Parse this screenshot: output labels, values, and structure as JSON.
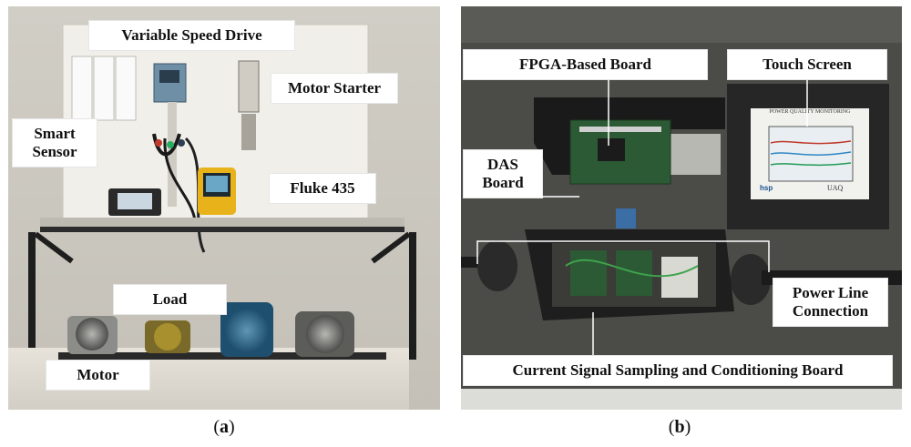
{
  "panel_a": {
    "labels": {
      "variable_speed_drive": "Variable Speed Drive",
      "motor_starter": "Motor Starter",
      "smart_sensor": "Smart\nSensor",
      "fluke": "Fluke 435",
      "load": "Load",
      "motor": "Motor"
    },
    "caption": {
      "open": "(",
      "letter": "a",
      "close": ")"
    }
  },
  "panel_b": {
    "labels": {
      "fpga_board": "FPGA-Based Board",
      "touch_screen": "Touch Screen",
      "das_board": "DAS\nBoard",
      "power_line": "Power Line\nConnection",
      "current_signal": "Current Signal Sampling and Conditioning Board"
    },
    "screen_header": "POWER QUALITY MONITORING",
    "screen_footer_left": "hsp",
    "screen_footer_right": "UAQ",
    "caption": {
      "open": "(",
      "letter": "b",
      "close": ")"
    }
  },
  "colors": {
    "wall": "#d9d6cf",
    "panel_board": "#efefe9",
    "metal_dark": "#1d1d1d",
    "fluke_yellow": "#e8b21b",
    "motor_blue": "#2e6f95",
    "right_background": "#4b4b48",
    "pcb_green": "#2c5a34"
  }
}
